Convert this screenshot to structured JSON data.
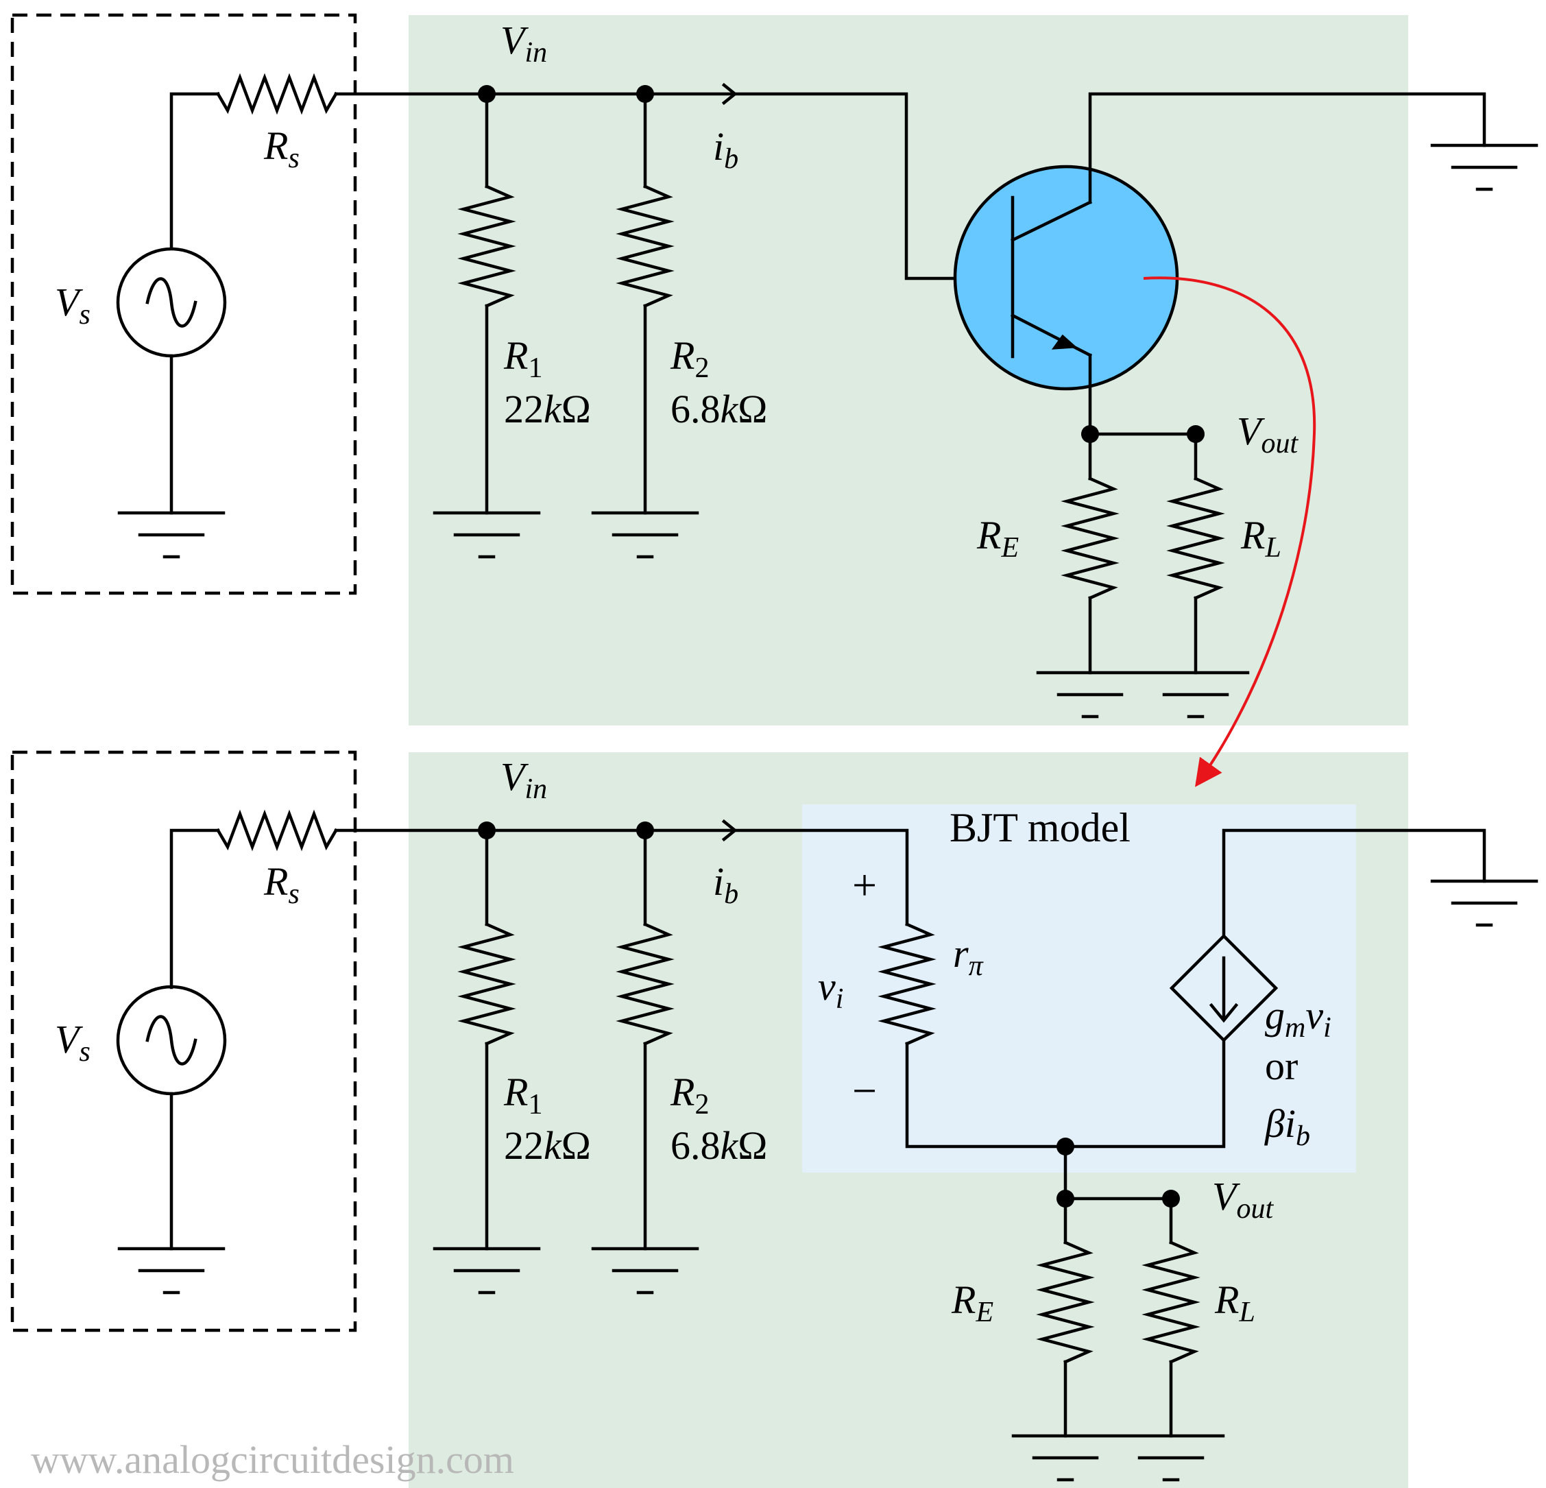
{
  "colors": {
    "panel_bg": "#deebe1",
    "model_bg": "#e3f0fa",
    "transistor_fill": "#66c8ff",
    "arrow_red": "#e8161b",
    "watermark": "#b8b8b8"
  },
  "labels": {
    "vin": {
      "base": "V",
      "sub": "in"
    },
    "ib": {
      "base": "i",
      "sub": "b"
    },
    "rs": {
      "base": "R",
      "sub": "s"
    },
    "vs": {
      "base": "V",
      "sub": "s"
    },
    "r1": {
      "base": "R",
      "sub": "1",
      "value_num": "22",
      "value_k": "k",
      "value_unit": "Ω"
    },
    "r2": {
      "base": "R",
      "sub": "2",
      "value_num": "6.8",
      "value_k": "k",
      "value_unit": "Ω"
    },
    "re": {
      "base": "R",
      "sub": "E"
    },
    "rl": {
      "base": "R",
      "sub": "L"
    },
    "vout": {
      "base": "V",
      "sub": "out"
    },
    "ground_mark": "‒"
  },
  "model": {
    "title": "BJT model",
    "plus": "+",
    "minus": "−",
    "vi": {
      "base": "v",
      "sub": "i"
    },
    "rpi": {
      "base": "r",
      "sub": "π"
    },
    "gm": {
      "base": "g",
      "sub": "m",
      "base2": "v",
      "sub2": "i"
    },
    "or": "or",
    "beta": {
      "base": "β",
      "base2": "i",
      "sub2": "b"
    }
  },
  "icons": {
    "source": "ac-voltage-source-icon",
    "transistor": "npn-transistor-icon",
    "ccs": "dependent-current-source-icon",
    "ground": "ground-icon",
    "resistor": "resistor-icon"
  },
  "watermark": "www.analogcircuitdesign.com"
}
